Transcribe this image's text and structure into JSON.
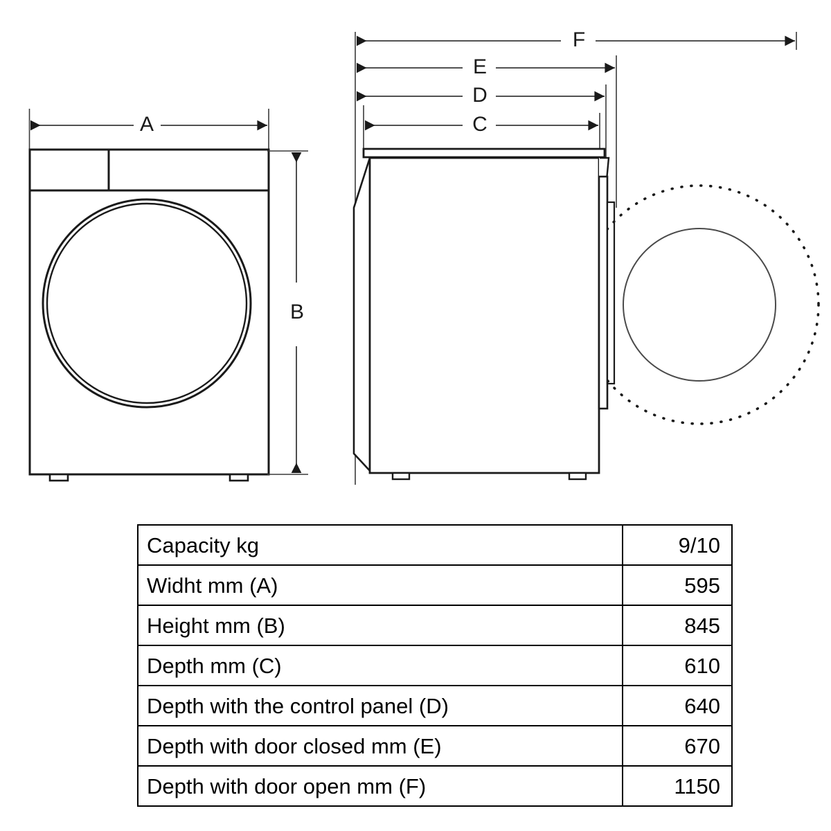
{
  "diagram": {
    "title": "Appliance dimension diagram",
    "front_view": {
      "name": "front-view",
      "dimension_width_label": "A",
      "dimension_height_label": "B"
    },
    "side_view": {
      "name": "side-view",
      "dimension_labels": {
        "depth": "C",
        "depth_with_control_panel": "D",
        "depth_door_closed": "E",
        "depth_door_open": "F"
      },
      "door_open_swing": "dotted-circle",
      "door_closed_glass": "solid-circle"
    },
    "line_color": "#1a1a1a",
    "background_color": "#ffffff"
  },
  "spec_table": {
    "name": "specification-table",
    "rows": [
      {
        "label": "Capacity kg",
        "value": "9/10"
      },
      {
        "label": "Widht mm (A)",
        "value": "595"
      },
      {
        "label": "Height mm (B)",
        "value": "845"
      },
      {
        "label": "Depth mm (C)",
        "value": "610"
      },
      {
        "label": "Depth with the control panel (D)",
        "value": "640"
      },
      {
        "label": "Depth with door closed mm (E)",
        "value": "670"
      },
      {
        "label": "Depth with door open mm (F)",
        "value": "1150"
      }
    ]
  }
}
